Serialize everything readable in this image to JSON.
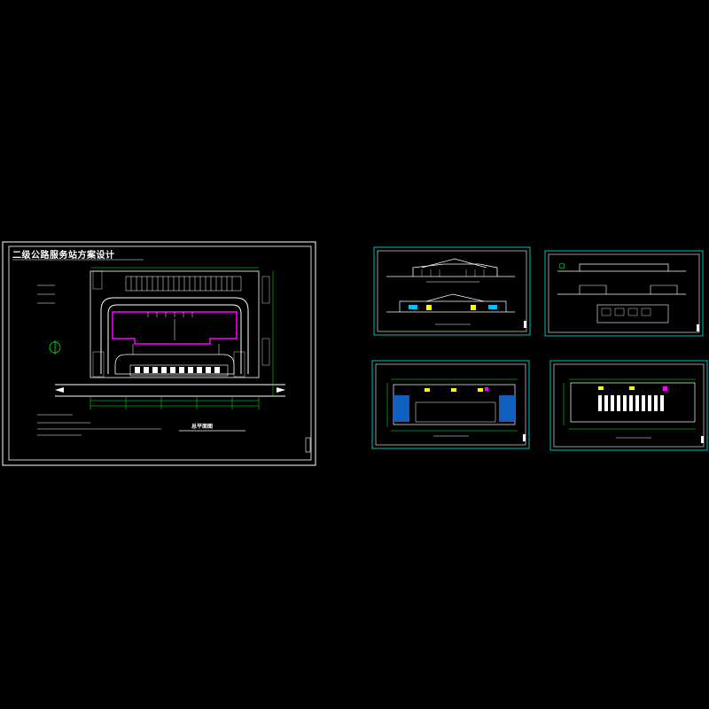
{
  "drawing": {
    "main_title": "二级公路服务站方案设计",
    "site_plan_label": "总平面图"
  },
  "colors": {
    "background": "#000000",
    "frame": "#ffffff",
    "frame_outer_teal": "#00c0c0",
    "building_outline": "#ff00ff",
    "dimension": "#00ff00",
    "accent_yellow": "#ffff00",
    "road": "#ffffff"
  },
  "sheets": [
    {
      "id": "site-plan",
      "content": "site plan"
    },
    {
      "id": "elevations",
      "content": "front elevations"
    },
    {
      "id": "sections",
      "content": "elevations and sections"
    },
    {
      "id": "floor-plan-1",
      "content": "floor plan"
    },
    {
      "id": "floor-plan-2",
      "content": "floor plan"
    }
  ]
}
